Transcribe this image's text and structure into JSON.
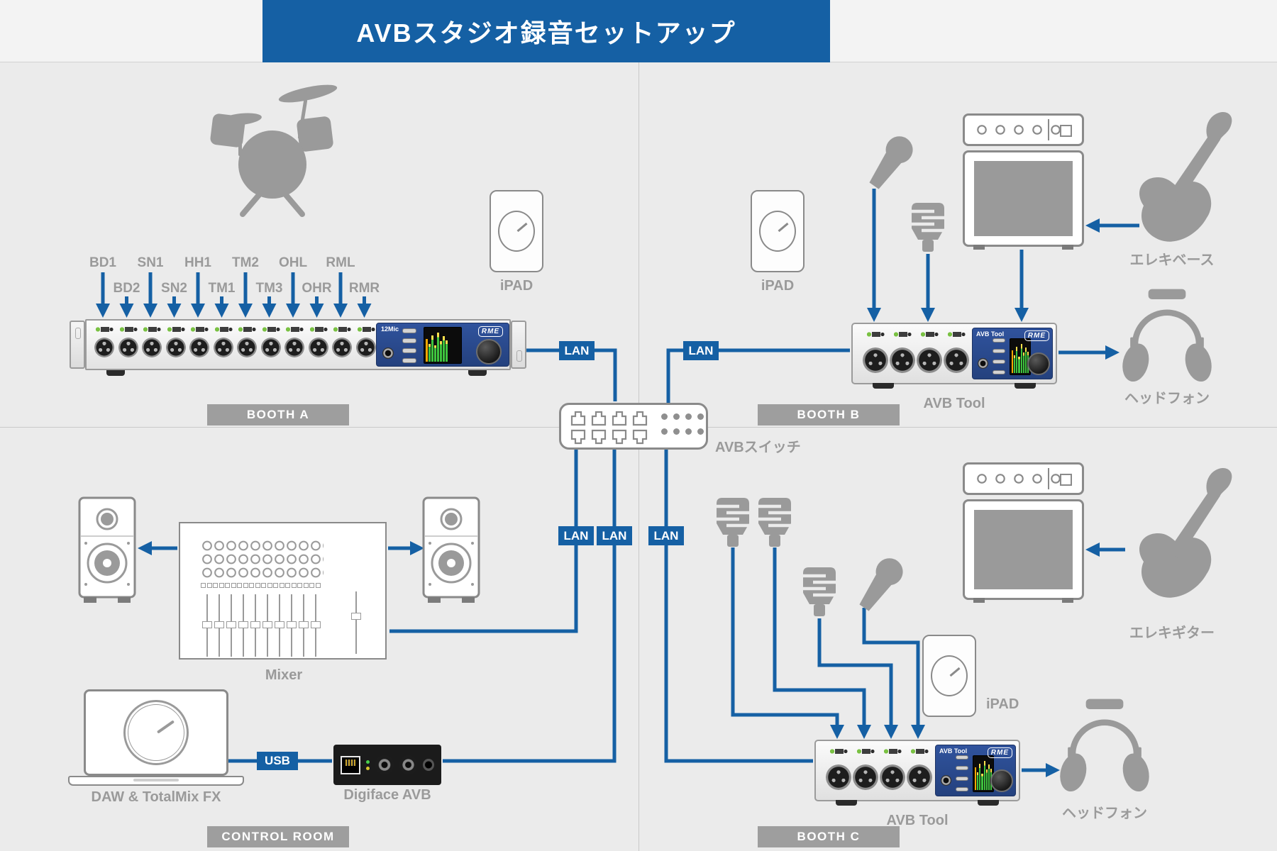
{
  "title": "AVBスタジオ録音セットアップ",
  "colors": {
    "accent": "#1560a4",
    "silhouette": "#9a9a9a",
    "device_panel_blue": "#2b4a8f"
  },
  "labels": {
    "lan": "LAN",
    "usb": "USB"
  },
  "avb_switch": {
    "label": "AVBスイッチ"
  },
  "booth_a": {
    "name": "BOOTH A",
    "ipad": "iPAD",
    "device_model": "12Mic",
    "device_brand": "RME",
    "mic_labels": [
      "BD1",
      "BD2",
      "SN1",
      "SN2",
      "HH1",
      "TM1",
      "TM2",
      "TM3",
      "OHL",
      "OHR",
      "RML",
      "RMR"
    ]
  },
  "booth_b": {
    "name": "BOOTH B",
    "ipad": "iPAD",
    "device_model": "AVB Tool",
    "device_brand": "RME",
    "device_caption": "AVB Tool",
    "bass": "エレキベース",
    "headphones": "ヘッドフォン"
  },
  "control_room": {
    "name": "CONTROL ROOM",
    "mixer": "Mixer",
    "daw": "DAW & TotalMix FX",
    "interface": "Digiface AVB"
  },
  "booth_c": {
    "name": "BOOTH C",
    "ipad": "iPAD",
    "device_model": "AVB Tool",
    "device_brand": "RME",
    "device_caption": "AVB Tool",
    "guitar": "エレキギター",
    "headphones": "ヘッドフォン"
  }
}
